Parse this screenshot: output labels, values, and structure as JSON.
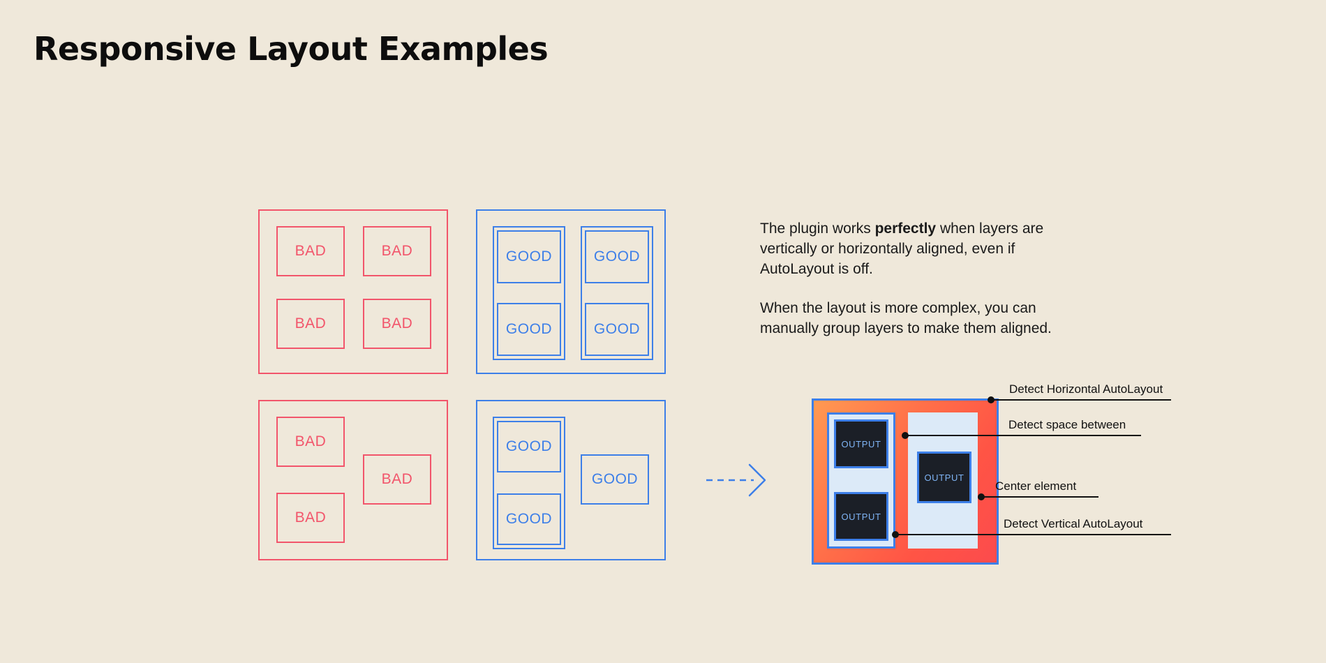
{
  "page": {
    "title": "Responsive Layout Examples",
    "background_color": "#EFE8DA"
  },
  "colors": {
    "bad": "#F2556B",
    "good": "#3D7FE8",
    "frame_orange": "#FF8A4C",
    "frame_red": "#FC4B4D",
    "panel_light_blue": "#DCEAF8",
    "output_dark": "#1B1F27",
    "output_text": "#7FB4F5",
    "annotation": "#111111"
  },
  "examples": {
    "bad_grid": {
      "label": "bad-grid-panel",
      "boxes": [
        {
          "label": "BAD"
        },
        {
          "label": "BAD"
        },
        {
          "label": "BAD"
        },
        {
          "label": "BAD"
        }
      ]
    },
    "good_grid": {
      "label": "good-grid-panel",
      "columns": [
        {
          "boxes": [
            {
              "label": "GOOD"
            },
            {
              "label": "GOOD"
            }
          ]
        },
        {
          "boxes": [
            {
              "label": "GOOD"
            },
            {
              "label": "GOOD"
            }
          ]
        }
      ]
    },
    "bad_complex": {
      "label": "bad-complex-panel",
      "boxes": [
        {
          "label": "BAD"
        },
        {
          "label": "BAD"
        },
        {
          "label": "BAD"
        }
      ]
    },
    "good_complex": {
      "label": "good-complex-panel",
      "group": {
        "boxes": [
          {
            "label": "GOOD"
          },
          {
            "label": "GOOD"
          }
        ]
      },
      "standalone": {
        "label": "GOOD"
      }
    }
  },
  "arrow": {
    "icon": "dashed-arrow-right-icon",
    "color": "#3D7FE8",
    "style": "dashed"
  },
  "description": {
    "paragraph_1": {
      "before_bold": "The plugin works ",
      "bold": "perfectly",
      "after_bold": " when layers are vertically or horizontally aligned, even if AutoLayout is off."
    },
    "paragraph_2": "When the layout is more complex, you can manually group layers to make them aligned."
  },
  "mockup": {
    "left_panel": {
      "outputs": [
        {
          "label": "OUTPUT"
        },
        {
          "label": "OUTPUT"
        }
      ]
    },
    "right_panel": {
      "outputs": [
        {
          "label": "OUTPUT"
        }
      ]
    },
    "annotations": [
      {
        "label": "Detect Horizontal AutoLayout"
      },
      {
        "label": "Detect space between"
      },
      {
        "label": "Center element"
      },
      {
        "label": "Detect Vertical AutoLayout"
      }
    ]
  }
}
